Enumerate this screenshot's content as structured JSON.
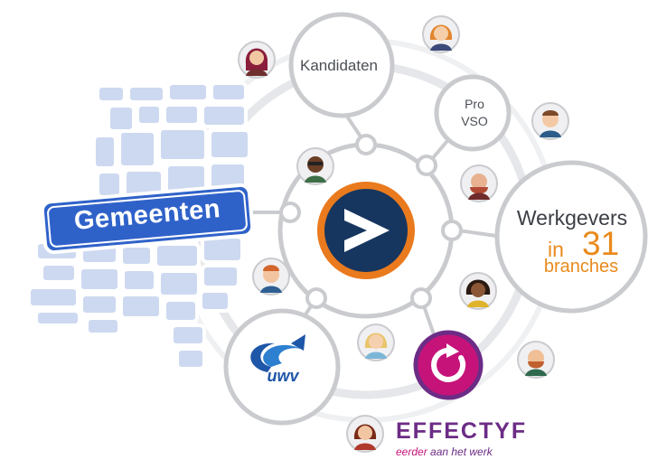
{
  "nodes": {
    "kandidaten": "Kandidaten",
    "pro": "Pro",
    "vso": "VSO",
    "werkgevers": "Werkgevers",
    "in": "in",
    "number": "31",
    "branches": "branches"
  },
  "sign": {
    "text": "Gemeenten"
  },
  "uwv": {
    "text": "uwv"
  },
  "effectyf": {
    "name": "EFFECTYF",
    "tagline_highlight": "eerder",
    "tagline_rest": " aan het werk"
  },
  "colors": {
    "ring": "#dcdde0",
    "node_outline": "#c9cbce",
    "center_fill": "#16365f",
    "center_ring": "#ea7a1e",
    "accent_orange": "#e98a1c",
    "sign_blue": "#2f62c9",
    "map_tile": "#cdd9f0",
    "uwv_blue": "#1e56a8",
    "effectyf_purple": "#6c2c86",
    "effectyf_magenta": "#c6137a"
  },
  "icons": {
    "center": "chevron-right-icon",
    "effectyf": "refresh-arrow-icon",
    "uwv": "uwv-swoosh-logo",
    "people": "person-avatar-icon"
  }
}
